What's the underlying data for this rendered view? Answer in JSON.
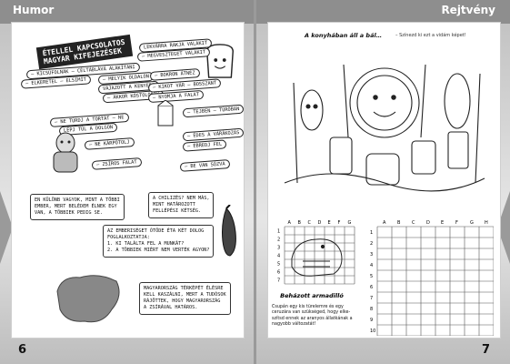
{
  "left_page": {
    "header": "Humor",
    "page_number": "6",
    "title_lines": [
      "ÉTELLEL KAPCSOLATOS",
      "MAGYAR KIFEJEZÉSEK"
    ],
    "pills": [
      "LEKVÁRRA RAKJA VALAKIT",
      "– MEGVESZTEGET VALAKIT",
      "– KICSÚFOLNAK – CÉLTÁBLÁVÁ ALAKÍTANI",
      "– ELKERETEL – ELSIMÍT",
      "– MELYIK OLDALON",
      "VAJAZOTT A KENYERE",
      "– AKKOR KÓSTOLÓDIK",
      "– BOKRON ÁTNÉZ",
      "– KIKOT VÁR – BOSSZANT",
      "– NYOMJA A FALAT",
      "– TEJBEN – TÚRÓBAN",
      "– NE TÚRDJ A TORTÁT – NE",
      "LÉPJ TÚL A DOLGON",
      "– NE KÁRPÓTOLJ",
      "– ÉDES A VÁRÁKOZÁS",
      "– ÉBREDJ FEL",
      "– ZSÍROS FALAT",
      "– BE VAN SÓZVA"
    ],
    "bubbles": [
      [
        "EN KÜLÖNB VAGYOK, MINT A TÖBBI",
        "EMBER, MERT BELÉDEM ÉLNEK EGY",
        "VAN, A TÖBBIEK PEDIG SE."
      ],
      [
        "A CHILIZÉS? NEM MÁS,",
        "MINT HATÁROZOTT",
        "FELLÉPÉSI KÉTSÉG."
      ],
      [
        "AZ EMBERISÉGET ÓTÖDE ÉTA KÉT DOLOG",
        "FOGLALKOZTATJA:",
        "1. KI TALÁLTA FEL A MUNKÁT?",
        "2. A TÖBBIEK MIÉRT NEM VERTÉK AGYON?"
      ],
      [
        "MAGYARORSZÁG TÉRKÉPÉT ÉLÉSRE",
        "KELL KASZÁLNI, MERT A TUDÓSOK",
        "RÁJÖTTEK, HOGY MAGYARORSZÁG",
        "A ZSÍRÁVAL HATÁROS."
      ]
    ]
  },
  "right_page": {
    "header": "Rejtvény",
    "page_number": "7",
    "headline": "A konyhában áll a bál…",
    "subline": "– Színezd ki ezt a vidám képet!",
    "grid_cols": [
      "A",
      "B",
      "C",
      "D",
      "E",
      "F",
      "G",
      "H"
    ],
    "grid_rows": [
      "1",
      "2",
      "3",
      "4",
      "5",
      "6",
      "7",
      "8",
      "9",
      "10"
    ],
    "caption": "Beházott armadilló",
    "cap_text": "Csupán egy kis türelemre és egy ceruzára van szükséged, hogy elke- szítsd ennek az aranyos állatkának a nagyobb változatát!"
  },
  "colors": {
    "header_bg": "#8e8e8e",
    "page_bg": "#ffffff"
  }
}
